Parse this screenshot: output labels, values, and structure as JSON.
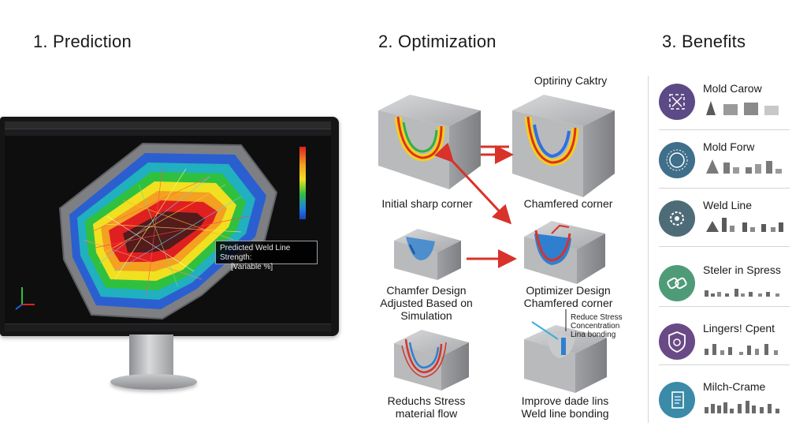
{
  "sections": {
    "prediction": "1. Prediction",
    "optimization": "2. Optimization",
    "benefits": "3. Benefits"
  },
  "prediction": {
    "callout_line1": "Predicted Weld Line Strength:",
    "callout_line2": "[Variable %]"
  },
  "optimization": {
    "top_right_title": "Optiriny Caktry",
    "initial": "Initial sharp corner",
    "chamfered": "Chamfered corner",
    "chamfer_design_1": "Chamfer Design",
    "chamfer_design_2": "Adjusted Based on",
    "chamfer_design_3": "Simulation",
    "optimizer_1": "Optimizer Design",
    "optimizer_2": "Chamfered corner",
    "note_1": "Reduce Stress",
    "note_2": "Concentration",
    "note_3": "Lina bonding",
    "reduce_1": "Reduchs Stress",
    "reduce_2": "material flow",
    "improve_1": "Improve dade lins",
    "improve_2": "Weld line bonding"
  },
  "benefits": [
    {
      "label": "Mold Carow",
      "color": "#5b4a86",
      "icon": "crosshair-icon"
    },
    {
      "label": "Mold Forw",
      "color": "#3f6f8a",
      "icon": "sun-icon"
    },
    {
      "label": "Weld Line",
      "color": "#4e6c78",
      "icon": "gear-icon"
    },
    {
      "label": "Steler in Spress",
      "color": "#4f9b78",
      "icon": "chain-icon"
    },
    {
      "label": "Lingers! Cpent",
      "color": "#6a4a86",
      "icon": "shield-icon"
    },
    {
      "label": "Milch-Crame",
      "color": "#3a8aa8",
      "icon": "document-icon"
    }
  ]
}
